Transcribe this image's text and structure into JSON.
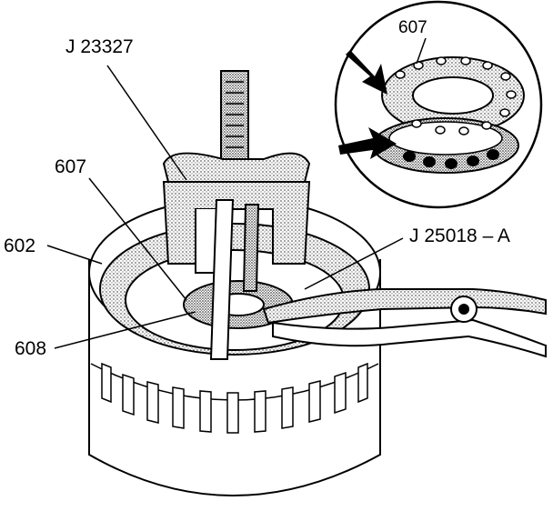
{
  "labels": {
    "tool_puller": "J 23327",
    "tool_pliers": "J 25018 – A",
    "bearing": "607",
    "housing": "602",
    "race": "608",
    "inset_bearing": "607"
  },
  "colors": {
    "ink": "#000000",
    "paper": "#ffffff",
    "stipple": "#9a9a9a"
  }
}
